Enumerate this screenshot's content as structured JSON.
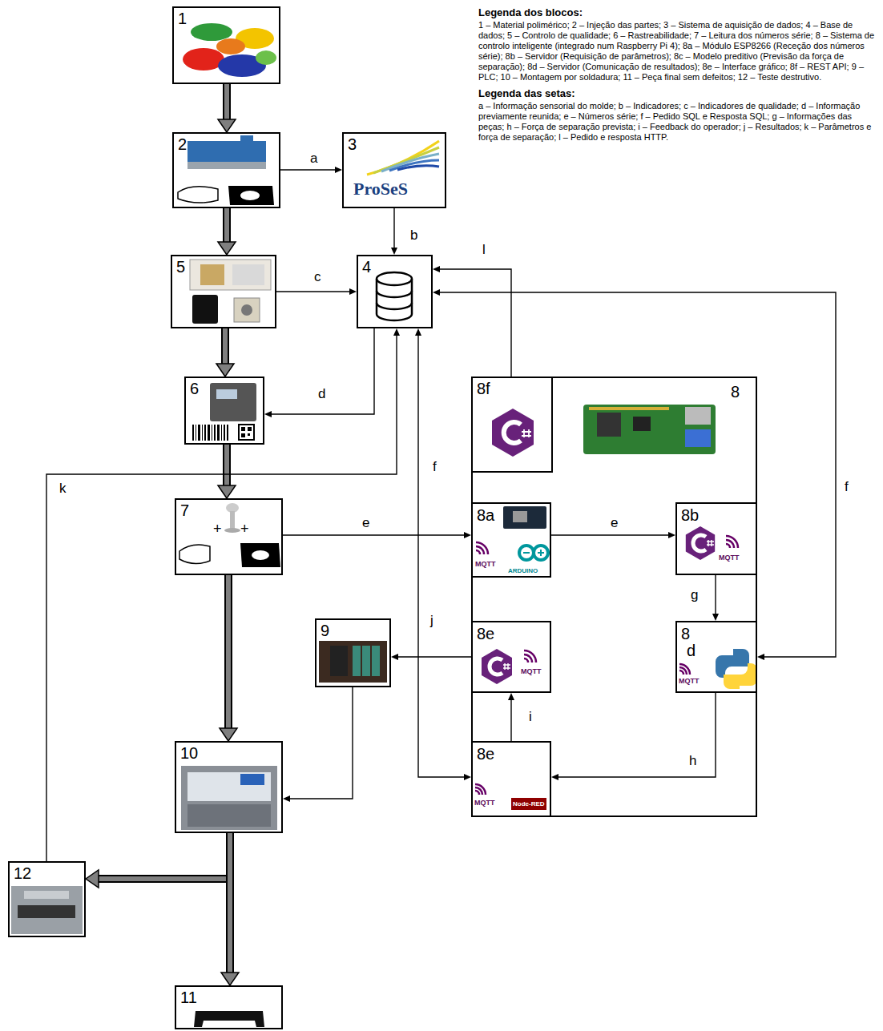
{
  "diagram": {
    "nodes": [
      {
        "text": [
          "1"
        ]
      },
      {
        "text": [
          "2"
        ]
      },
      {
        "text": [
          "3",
          "ProSeS"
        ]
      },
      {
        "text": [
          "4"
        ]
      },
      {
        "text": [
          "5"
        ]
      },
      {
        "text": [
          "6"
        ]
      },
      {
        "text": [
          "7",
          "+",
          "+"
        ]
      },
      {
        "text": [
          "8"
        ]
      },
      {
        "text": [
          "8f"
        ],
        "in": 7
      },
      {
        "text": [
          "8a",
          "MQTT",
          "ARDUINO"
        ],
        "in": 7
      },
      {
        "text": [
          "8b",
          "MQTT"
        ],
        "in": 7
      },
      {
        "text": [
          "8",
          "d",
          "MQTT"
        ],
        "in": 7
      },
      {
        "text": [
          "8e",
          "MQTT"
        ],
        "in": 7
      },
      {
        "text": [
          "8e",
          "MQTT",
          "Node-RED"
        ],
        "in": 7
      },
      {
        "text": [
          "9"
        ]
      },
      {
        "text": [
          "10"
        ]
      },
      {
        "text": [
          "12"
        ]
      },
      {
        "text": [
          "11"
        ]
      }
    ],
    "edges": [
      {
        "from": 0,
        "to": 1,
        "arrow": "to"
      },
      {
        "from": 1,
        "to": 2,
        "label": "a",
        "arrow": "to"
      },
      {
        "from": 2,
        "to": 3,
        "label": "b",
        "arrow": "to"
      },
      {
        "from": 1,
        "to": 4,
        "arrow": "to"
      },
      {
        "from": 4,
        "to": 3,
        "label": "c",
        "arrow": "to"
      },
      {
        "from": 4,
        "to": 5,
        "arrow": "to"
      },
      {
        "from": 3,
        "to": 5,
        "label": "d",
        "arrow": "to"
      },
      {
        "from": 5,
        "to": 6,
        "arrow": "to"
      },
      {
        "from": 16,
        "to": 3,
        "label": "k",
        "arrow": "to"
      },
      {
        "from": 6,
        "to": 9,
        "label": "e",
        "arrow": "to"
      },
      {
        "from": 9,
        "to": 10,
        "label": "e",
        "arrow": "to"
      },
      {
        "from": 10,
        "to": 11,
        "label": "g",
        "arrow": "to"
      },
      {
        "from": 11,
        "to": 13,
        "label": "h",
        "arrow": "to"
      },
      {
        "from": 13,
        "to": 12,
        "label": "i",
        "arrow": "to"
      },
      {
        "from": 12,
        "to": 14,
        "label": "j",
        "arrow": "to"
      },
      {
        "from": 14,
        "to": 15,
        "arrow": "to"
      },
      {
        "from": 6,
        "to": 15,
        "arrow": "to"
      },
      {
        "from": 3,
        "to": 13,
        "label": "f",
        "arrow": "both"
      },
      {
        "from": 3,
        "to": 11,
        "label": "f",
        "arrow": "both"
      },
      {
        "from": 8,
        "to": 3,
        "label": "l",
        "arrow": "to"
      },
      {
        "from": 15,
        "to": 16,
        "arrow": "to"
      },
      {
        "from": 15,
        "to": 17,
        "arrow": "to"
      }
    ],
    "labels": [
      "Legenda dos blocos:",
      "1 – Material polimérico; 2 – Injeção das partes; 3 – Sistema de aquisição de dados; 4 – Base de dados; 5 – Controlo de qualidade; 6 – Rastreabilidade; 7 – Leitura dos números série; 8 – Sistema de controlo inteligente (integrado num Raspberry Pi 4); 8a – Módulo ESP8266 (Receção dos números série); 8b – Servidor (Requisição de parâmetros); 8c – Modelo preditivo (Previsão da força de separação); 8d – Servidor (Comunicação de resultados); 8e – Interface gráfico; 8f – REST API; 9 – PLC; 10 – Montagem por soldadura; 11 – Peça final sem defeitos; 12 – Teste destrutivo.",
      "Legenda das setas:",
      "a – Informação sensorial do molde; b – Indicadores; c – Indicadores de qualidade; d – Informação previamente reunida; e – Números série; f – Pedido SQL e Resposta SQL; g – Informações das peças; h – Força de separação prevista; i – Feedback do operador; j – Resultados; k – Parâmetros e força de separação; l – Pedido e resposta HTTP."
    ]
  }
}
